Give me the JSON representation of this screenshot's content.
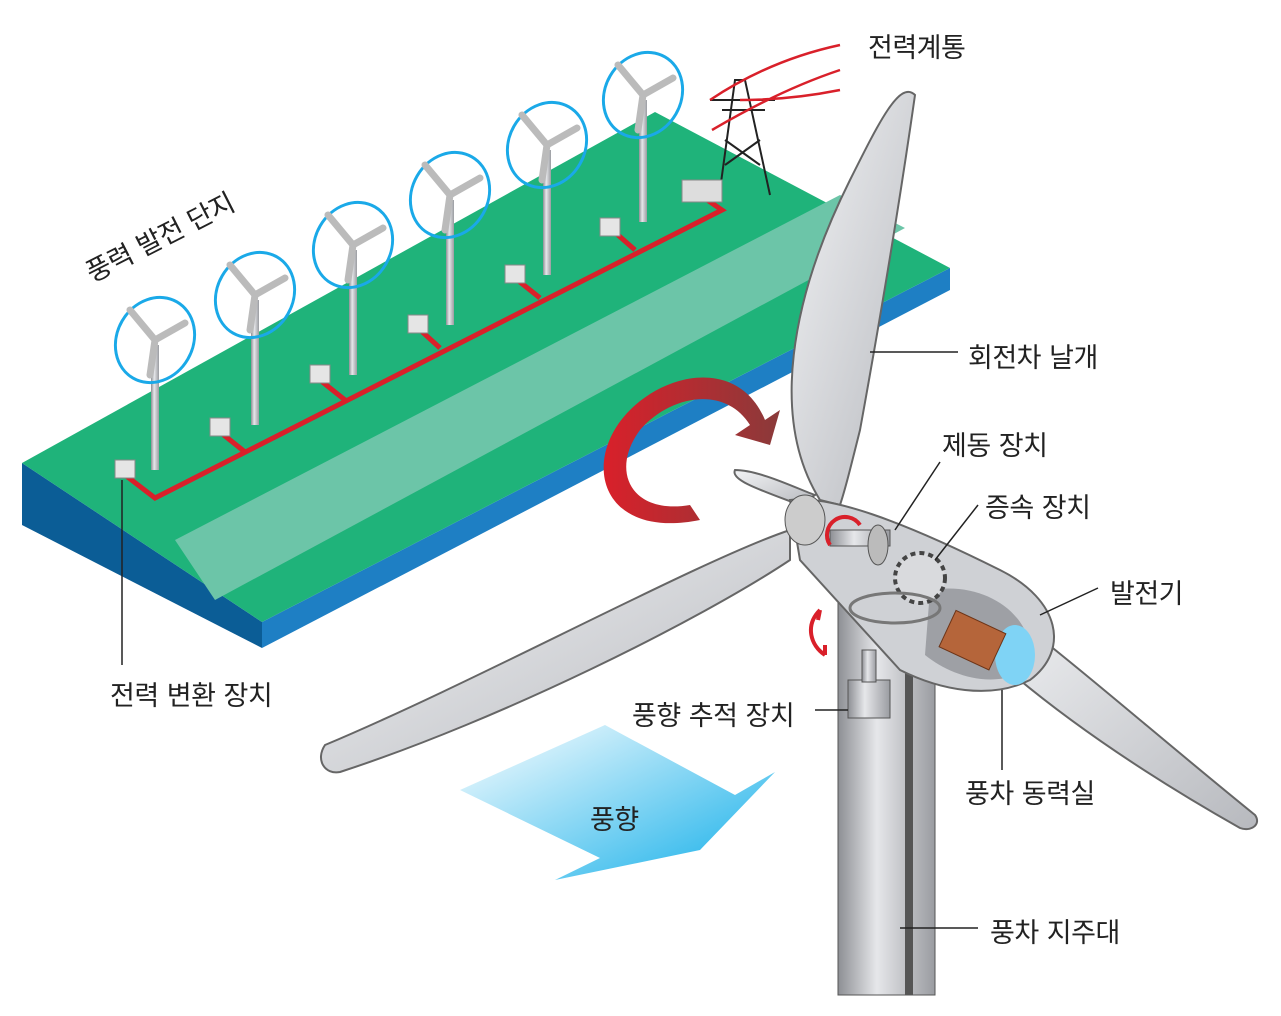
{
  "title": "풍력 발전 시스템",
  "labels": {
    "grid": "전력계통",
    "farm": "풍력 발전 단지",
    "blade": "회전차 날개",
    "brake": "제동 장치",
    "gearbox": "증속 장치",
    "generator": "발전기",
    "converter": "전력 변환 장치",
    "yaw": "풍향 추적 장치",
    "nacelle": "풍차 동력실",
    "wind": "풍향",
    "tower": "풍차 지주대"
  },
  "colors": {
    "ground": "#1fb37a",
    "ground_strip": "#6cc5a8",
    "side": "#1e7fc4",
    "cable": "#d9202a",
    "rotor_ring": "#1aa9e8",
    "wind_arrow": "#19b2ea"
  }
}
